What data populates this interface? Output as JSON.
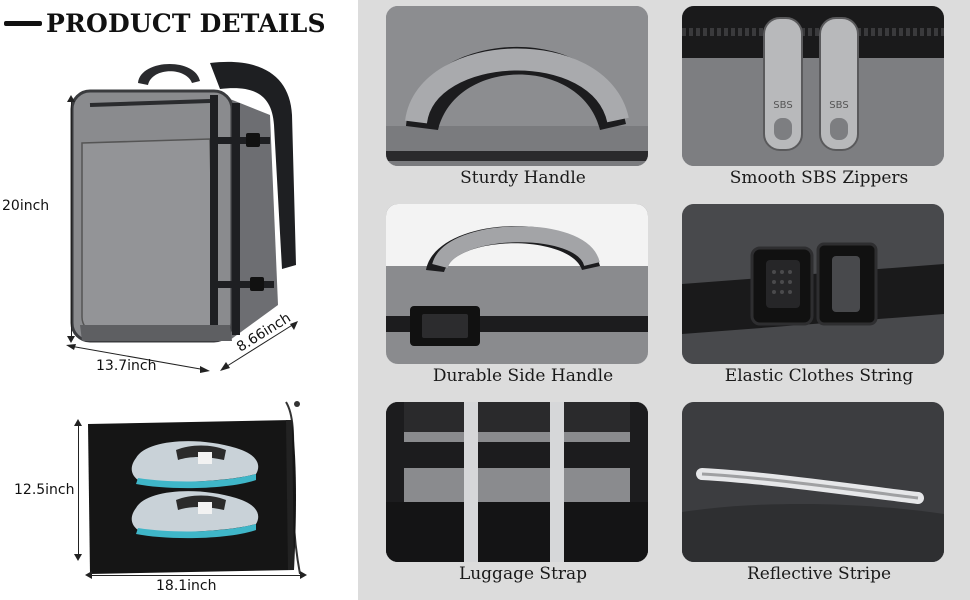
{
  "header": {
    "title": "PRODUCT DETAILS"
  },
  "backpack": {
    "height_label": "20inch",
    "width_label": "13.7inch",
    "depth_label": "8.66inch"
  },
  "shoe_bag": {
    "height_label": "12.5inch",
    "width_label": "18.1inch"
  },
  "features": [
    {
      "label": "Sturdy Handle",
      "icon": "handle-photo"
    },
    {
      "label": "Smooth SBS Zippers",
      "icon": "zipper-photo",
      "zipper_text": "SBS"
    },
    {
      "label": "Durable Side Handle",
      "icon": "side-handle-photo"
    },
    {
      "label": "Elastic Clothes String",
      "icon": "buckle-photo"
    },
    {
      "label": "Luggage Strap",
      "icon": "luggage-strap-photo"
    },
    {
      "label": "Reflective Stripe",
      "icon": "reflective-stripe-photo"
    }
  ],
  "colors": {
    "bag_gray": "#8a8b8e",
    "strap_black": "#1c1c1e",
    "panel_bg": "#dcdcdc"
  }
}
